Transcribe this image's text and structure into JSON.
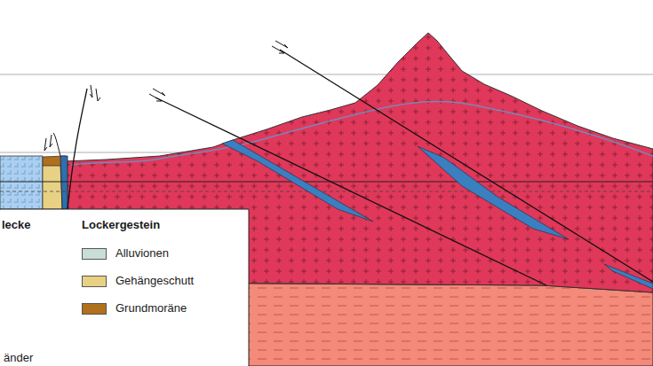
{
  "diagram": {
    "labels": [
      "lecke",
      "Lockergestein",
      "änder"
    ],
    "legend": [
      {
        "text": "Alluvionen",
        "color": "#c9ded6"
      },
      {
        "text": "Gehängeschutt",
        "color": "#e8d183"
      },
      {
        "text": "Grundmoräne",
        "color": "#b0701c"
      }
    ]
  }
}
